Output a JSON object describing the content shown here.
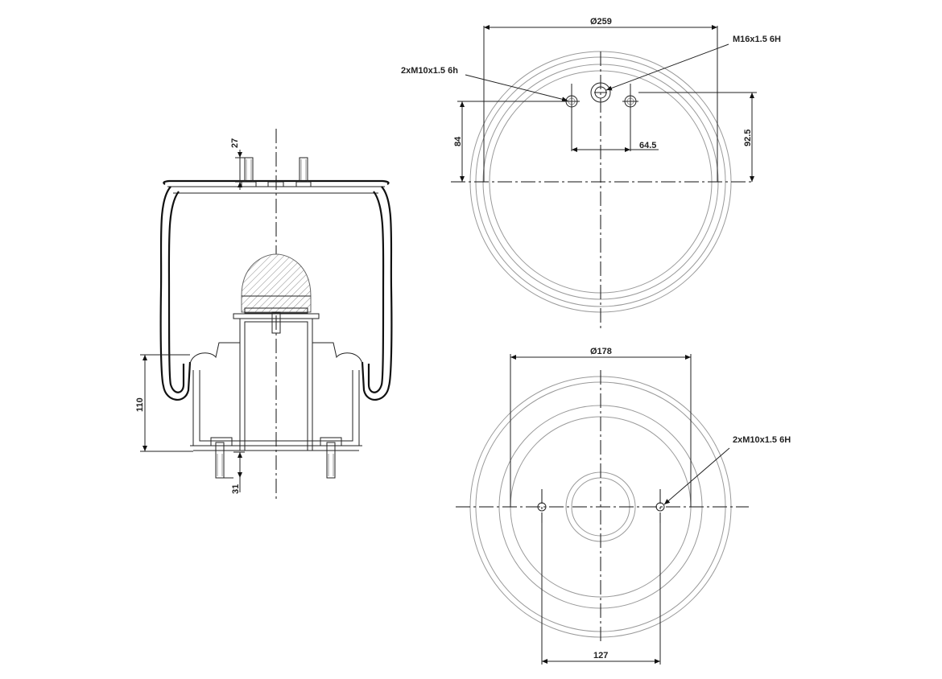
{
  "side_view": {
    "dim_top_stud": "27",
    "dim_piston_height": "110",
    "dim_bottom_stud": "31"
  },
  "top_view": {
    "dim_diameter": "Ø259",
    "callout_center_thread": "M16x1.5 6H",
    "callout_side_threads": "2xM10x1.5 6h",
    "dim_left_offset": "84",
    "dim_right_offset": "92.5",
    "dim_spacing": "64.5"
  },
  "bottom_view": {
    "dim_diameter": "Ø178",
    "callout_threads": "2xM10x1.5 6H",
    "dim_spacing": "127"
  }
}
